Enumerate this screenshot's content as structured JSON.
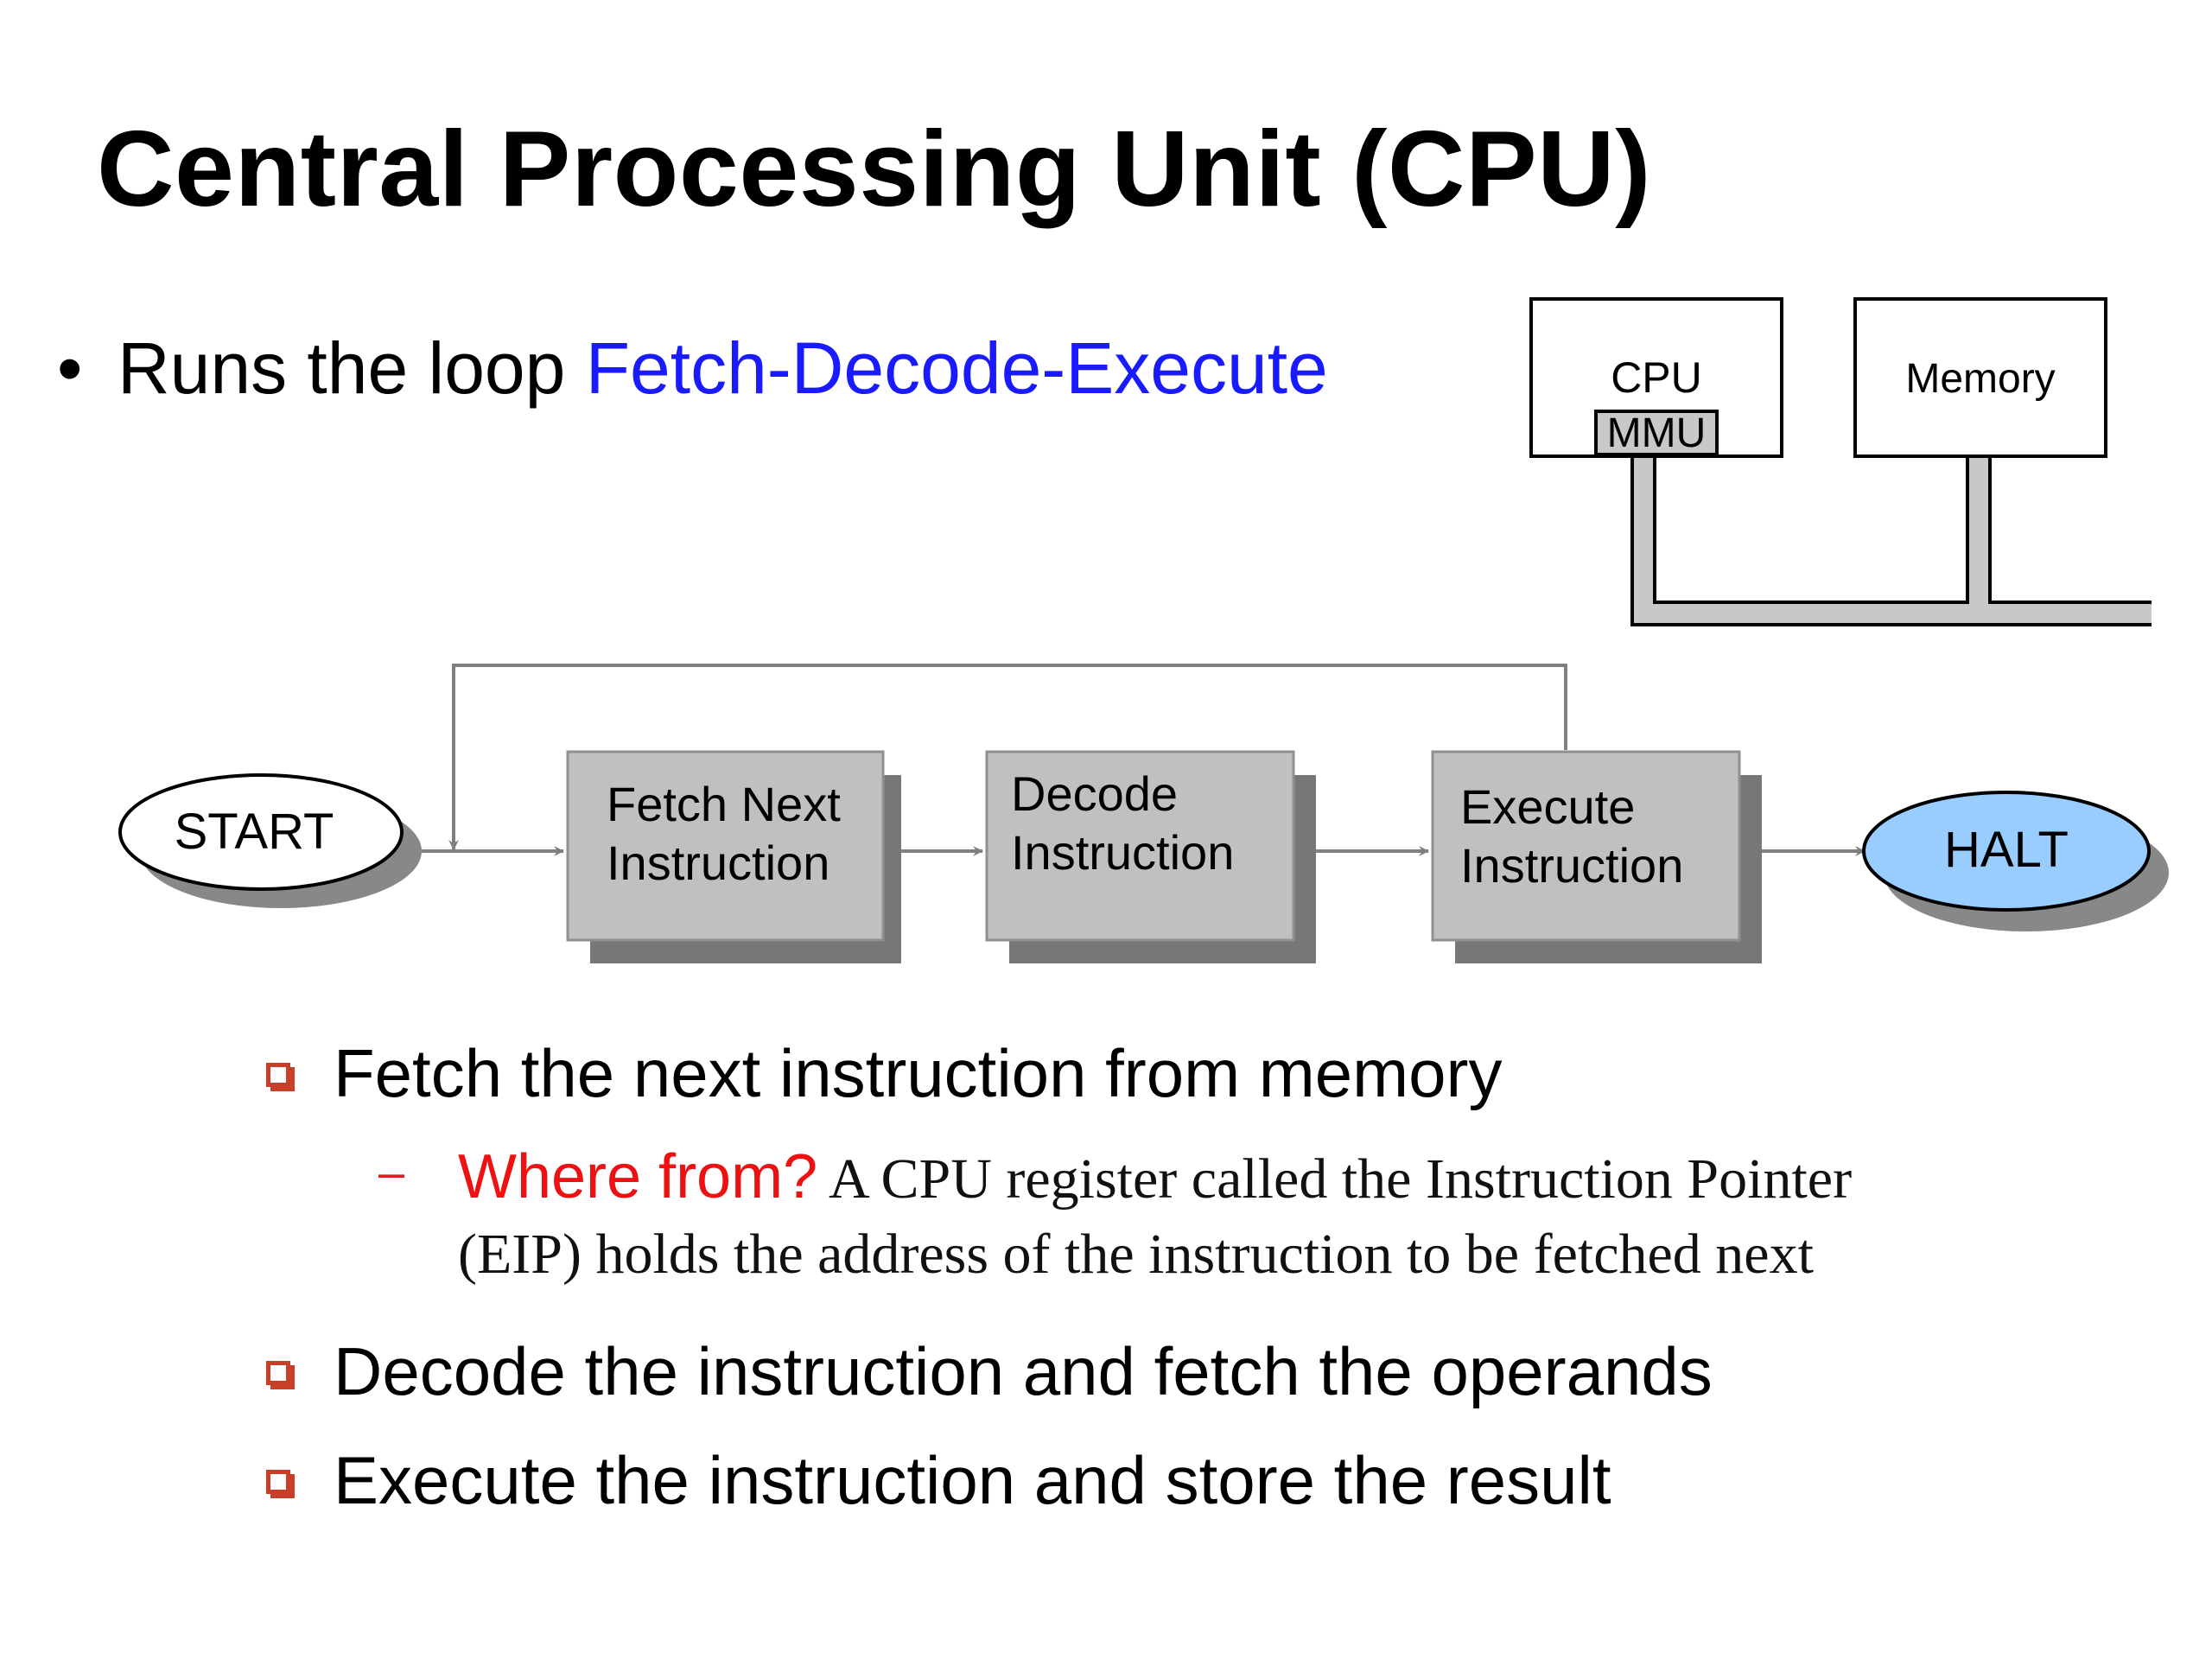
{
  "title": "Central Processing Unit (CPU)",
  "bullet": {
    "marker": "•",
    "prefix": "Runs the loop ",
    "highlight": "Fetch-Decode-Execute",
    "highlight_color": "#1a1aff"
  },
  "architecture": {
    "cpu_label": "CPU",
    "mmu_label": "MMU",
    "memory_label": "Memory"
  },
  "flowchart": {
    "start_label": "START",
    "halt_label": "HALT",
    "halt_color": "#99ccff",
    "steps": [
      {
        "line1": "Fetch Next",
        "line2": "Instruction"
      },
      {
        "line1": "Decode",
        "line2": "Instruction"
      },
      {
        "line1": "Execute",
        "line2": "Instruction"
      }
    ]
  },
  "details": {
    "item1": "Fetch the next instruction from memory",
    "dash": "–",
    "question": "Where from?",
    "answer_line1": " A CPU register called the Instruction Pointer",
    "answer_line2": "(EIP) holds the address of the instruction to be fetched next",
    "item2": "Decode the instruction and fetch the operands",
    "item3": "Execute the instruction and store the result",
    "box_color": "#c8402a",
    "question_color": "#ee1111"
  }
}
